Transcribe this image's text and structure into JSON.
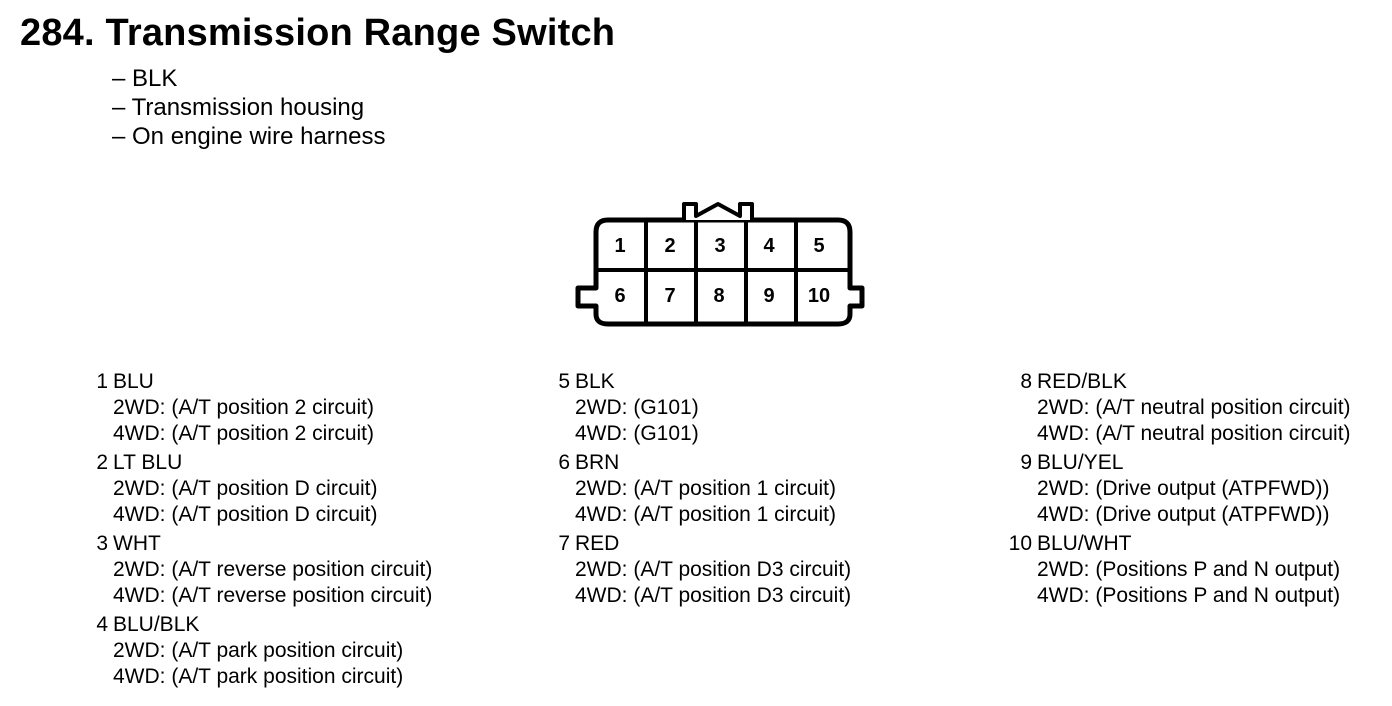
{
  "header": {
    "title": "284. Transmission Range Switch",
    "details": [
      "– BLK",
      "– Transmission housing",
      "– On engine wire harness"
    ]
  },
  "connector": {
    "top_row": [
      "1",
      "2",
      "3",
      "4",
      "5"
    ],
    "bottom_row": [
      "6",
      "7",
      "8",
      "9",
      "10"
    ]
  },
  "pins": [
    {
      "num": "1",
      "color": "BLU",
      "lines": [
        "2WD: (A/T position 2 circuit)",
        "4WD: (A/T position 2 circuit)"
      ]
    },
    {
      "num": "2",
      "color": "LT BLU",
      "lines": [
        "2WD: (A/T position D circuit)",
        "4WD: (A/T position D circuit)"
      ]
    },
    {
      "num": "3",
      "color": "WHT",
      "lines": [
        "2WD: (A/T reverse position circuit)",
        "4WD: (A/T reverse position circuit)"
      ]
    },
    {
      "num": "4",
      "color": "BLU/BLK",
      "lines": [
        "2WD: (A/T park position circuit)",
        "4WD: (A/T park position circuit)"
      ]
    },
    {
      "num": "5",
      "color": "BLK",
      "lines": [
        "2WD: (G101)",
        "4WD: (G101)"
      ]
    },
    {
      "num": "6",
      "color": "BRN",
      "lines": [
        "2WD: (A/T position 1 circuit)",
        "4WD: (A/T position 1 circuit)"
      ]
    },
    {
      "num": "7",
      "color": "RED",
      "lines": [
        "2WD: (A/T position D3 circuit)",
        "4WD: (A/T position D3 circuit)"
      ]
    },
    {
      "num": "8",
      "color": "RED/BLK",
      "lines": [
        "2WD: (A/T neutral position circuit)",
        "4WD: (A/T neutral position circuit)"
      ]
    },
    {
      "num": "9",
      "color": "BLU/YEL",
      "lines": [
        "2WD: (Drive output (ATPFWD))",
        "4WD: (Drive output (ATPFWD))"
      ]
    },
    {
      "num": "10",
      "color": "BLU/WHT",
      "lines": [
        "2WD: (Positions P and N output)",
        "4WD: (Positions P and N output)"
      ]
    }
  ]
}
